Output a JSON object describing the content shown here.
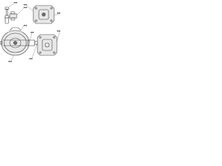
{
  "diagram": {
    "callout_text_legible": false,
    "assemblies": [
      "upper-left-sensor-assembly",
      "upper-right-gasket-plate",
      "lower-round-housing-assembly",
      "lower-right-gasket-plate"
    ],
    "stroke_color": "#3a3a3a",
    "background_color": "#ffffff"
  }
}
